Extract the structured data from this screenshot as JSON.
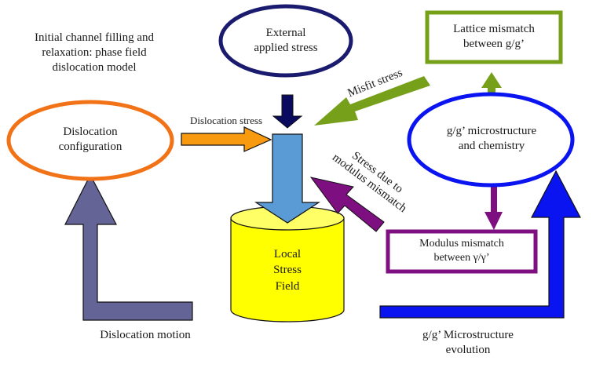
{
  "diagram": {
    "nodes": {
      "intro_note": {
        "lines": [
          "Initial channel filling and",
          "relaxation: phase field",
          "dislocation model"
        ]
      },
      "external_stress": {
        "lines": [
          "External",
          "applied stress"
        ],
        "color": "#1a1a6e"
      },
      "lattice_mismatch": {
        "lines": [
          "Lattice mismatch",
          "between g/g’"
        ],
        "color": "#76a01a"
      },
      "dislocation_config": {
        "lines": [
          "Dislocation",
          "configuration"
        ],
        "color": "#f27218"
      },
      "microstructure": {
        "lines": [
          "g/g’ microstructure",
          "and chemistry"
        ],
        "color": "#0a14f0"
      },
      "local_stress": {
        "lines": [
          "Local",
          "Stress",
          "Field"
        ],
        "color": "#ffff00"
      },
      "modulus_mismatch": {
        "lines": [
          "Modulus mismatch",
          "between γ/γ’"
        ],
        "color": "#7e0f80"
      }
    },
    "arrow_labels": {
      "dislocation_stress": "Dislocation stress",
      "misfit_stress": "Misfit stress",
      "stress_modulus": [
        "Stress due to",
        "modulus mismatch"
      ],
      "dislocation_motion": "Dislocation motion",
      "microstructure_evolution": [
        "g/g’ Microstructure",
        "evolution"
      ]
    },
    "arrow_colors": {
      "external": "#0a0a5e",
      "dislocation_stress": "#f79a0f",
      "misfit": "#76a01a",
      "modulus": "#7e0f80",
      "central": "#5b9bd5",
      "dislocation_motion": "#646496",
      "evolution": "#0a14f0",
      "lattice_up": "#76a01a",
      "micro_to_modulus": "#7e0f80"
    }
  }
}
